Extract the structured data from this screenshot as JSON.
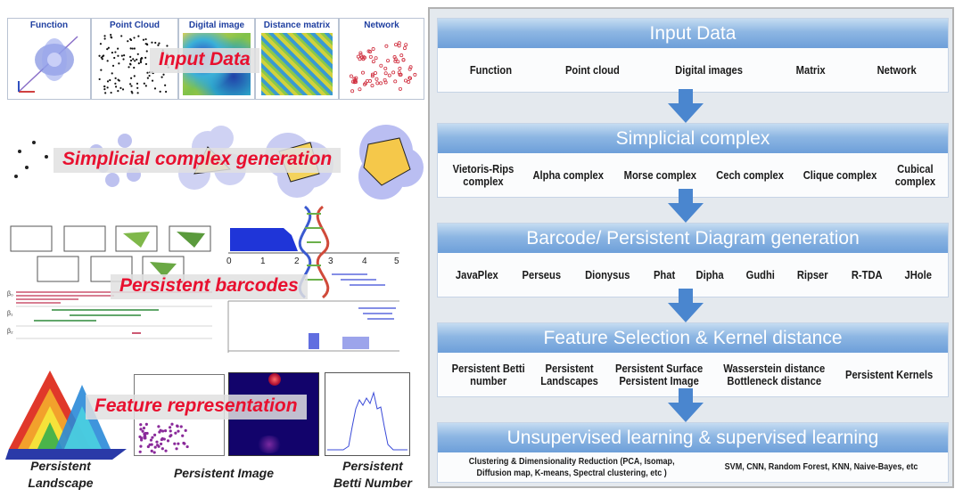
{
  "left": {
    "thumbnails": [
      {
        "title": "Function"
      },
      {
        "title": "Point Cloud"
      },
      {
        "title": "Digital image"
      },
      {
        "title": "Distance matrix"
      },
      {
        "title": "Network"
      }
    ],
    "stage_labels": {
      "input": "Input Data",
      "simplicial": "Simplicial complex generation",
      "barcodes": "Persistent barcodes",
      "features": "Feature representation"
    },
    "captions": {
      "landscape": [
        "Persistent",
        "Landscape"
      ],
      "image": "Persistent Image",
      "betti": [
        "Persistent",
        "Betti Number"
      ]
    },
    "axis_ticks": [
      "0",
      "1",
      "2",
      "3",
      "4",
      "5"
    ],
    "barcode_labels": [
      "β₀",
      "β₁",
      "β₂"
    ]
  },
  "flow": {
    "stages": [
      {
        "title": "Input Data",
        "items": [
          [
            "Function"
          ],
          [
            "Point cloud"
          ],
          [
            "Digital images"
          ],
          [
            "Matrix"
          ],
          [
            "Network"
          ]
        ]
      },
      {
        "title": "Simplicial complex",
        "items": [
          [
            "Vietoris-Rips",
            "complex"
          ],
          [
            "Alpha complex"
          ],
          [
            "Morse complex"
          ],
          [
            "Cech complex"
          ],
          [
            "Clique complex"
          ],
          [
            "Cubical",
            "complex"
          ]
        ]
      },
      {
        "title": "Barcode/ Persistent Diagram generation",
        "items": [
          [
            "JavaPlex"
          ],
          [
            "Perseus"
          ],
          [
            "Dionysus"
          ],
          [
            "Phat"
          ],
          [
            "Dipha"
          ],
          [
            "Gudhi"
          ],
          [
            "Ripser"
          ],
          [
            "R-TDA"
          ],
          [
            "JHole"
          ]
        ]
      },
      {
        "title": "Feature Selection & Kernel distance",
        "items": [
          [
            "Persistent Betti",
            "number"
          ],
          [
            "Persistent",
            "Landscapes"
          ],
          [
            "Persistent Surface",
            "Persistent Image"
          ],
          [
            "Wasserstein distance",
            "Bottleneck distance"
          ],
          [
            "Persistent Kernels"
          ]
        ]
      },
      {
        "title": "Unsupervised learning  &  supervised learning",
        "items": [
          [
            "Clustering & Dimensionality Reduction (PCA, Isomap,",
            "Diffusion map, K-means, Spectral clustering, etc )"
          ],
          [
            "SVM, CNN, Random Forest, KNN, Naive-Bayes, etc"
          ]
        ]
      }
    ]
  },
  "colors": {
    "stage_header_top": "#c5dcf2",
    "stage_header_bottom": "#6d9fd9",
    "arrow": "#4a86cf",
    "label_red": "#e8102f",
    "thumb_title_blue": "#1f3fa0"
  }
}
